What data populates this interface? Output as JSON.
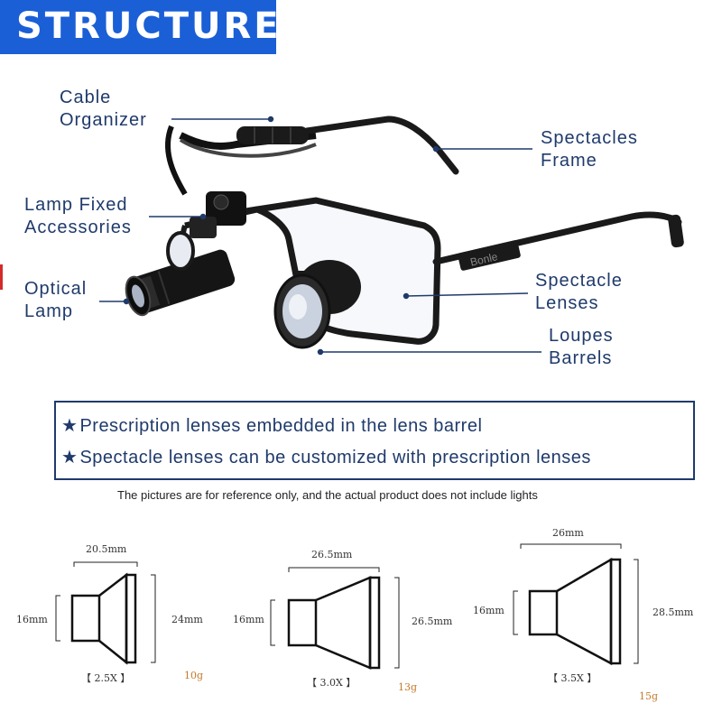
{
  "banner": {
    "title": "STRUCTURE",
    "color": "#1a5fd6"
  },
  "callouts": {
    "cable_organizer": "Cable\nOrganizer",
    "lamp_fixed": "Lamp Fixed\nAccessories",
    "optical_lamp": "Optical\nLamp",
    "spectacles_frame": "Spectacles\nFrame",
    "spectacle_lenses": "Spectacle\nLenses",
    "loupes_barrels": "Loupes\nBarrels"
  },
  "frame_brand": "Bonle",
  "notes": {
    "star": "★",
    "line1": "Prescription lenses embedded in the lens barrel",
    "line2": "Spectacle lenses can be customized with prescription lenses"
  },
  "disclaimer": "The pictures are for reference only, and the actual product does not include lights",
  "barrels": [
    {
      "top": "20.5mm",
      "left": "16mm",
      "right": "24mm",
      "mag": "【 2.5X 】",
      "weight": "10g"
    },
    {
      "top": "26.5mm",
      "left": "16mm",
      "right": "26.5mm",
      "mag": "【 3.0X 】",
      "weight": "13g"
    },
    {
      "top": "26mm",
      "left": "16mm",
      "right": "28.5mm",
      "mag": "【 3.5X 】",
      "weight": "15g"
    }
  ],
  "colors": {
    "text": "#1f3a6b",
    "weight": "#c47a2a"
  }
}
